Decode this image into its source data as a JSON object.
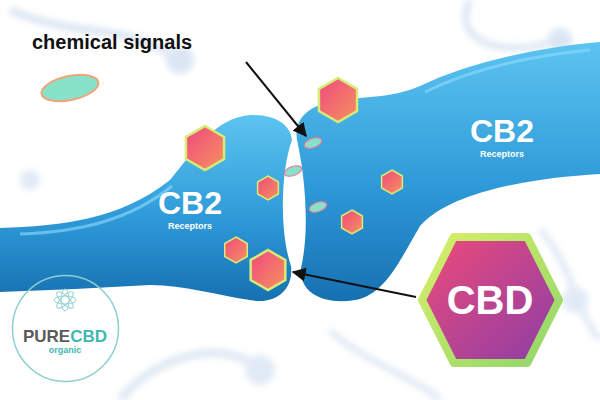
{
  "diagram": {
    "nodes": [
      {
        "text": [
          "CBD"
        ]
      },
      {
        "text": [
          "PURE",
          "CBD",
          "organic"
        ]
      }
    ],
    "labels": [
      "chemical signals",
      "CB2",
      "Receptors",
      "CB2",
      "Receptors"
    ]
  }
}
